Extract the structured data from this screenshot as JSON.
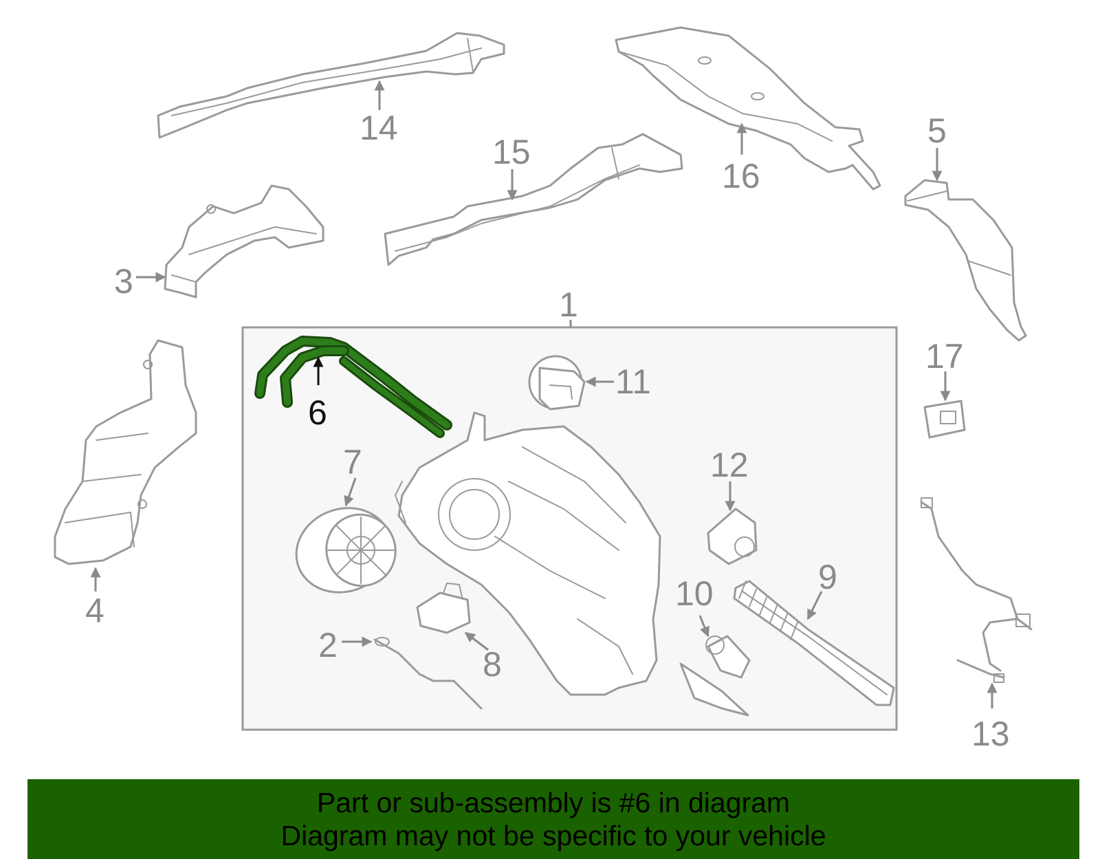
{
  "colors": {
    "highlight_part": "#2e7d1b",
    "highlight_outline": "#1a4a0c",
    "banner_bg": "#1a6200",
    "part_stroke": "#9a9a9a",
    "panel_fill": "#f7f7f7"
  },
  "callouts": {
    "c1": "1",
    "c2": "2",
    "c3": "3",
    "c4": "4",
    "c5": "5",
    "c6": "6",
    "c7": "7",
    "c8": "8",
    "c9": "9",
    "c10": "10",
    "c11": "11",
    "c12": "12",
    "c13": "13",
    "c14": "14",
    "c15": "15",
    "c16": "16",
    "c17": "17"
  },
  "banner": {
    "line1": "Part or sub-assembly is #6 in diagram",
    "line2": "Diagram may not be specific to your vehicle"
  }
}
